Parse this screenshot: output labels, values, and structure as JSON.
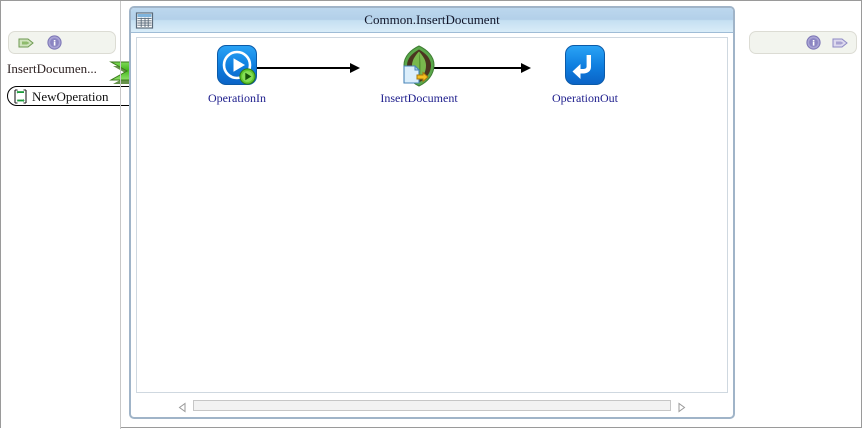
{
  "window": {
    "title": "Common.InsertDocument",
    "tab_icon": "table-grid-icon"
  },
  "sidebar": {
    "toolbar": {
      "tag_icon": "green-tag-icon",
      "info_icon": "info-circle-icon"
    },
    "breadcrumb": {
      "label": "InsertDocumen...",
      "chevron_icon": "green-chevron-icon"
    },
    "collapse_toggle_icon": "triangle-down-icon",
    "operation": {
      "icon": "sync-arrows-icon",
      "label": "NewOperation",
      "run_icon": "green-play-icon"
    }
  },
  "right_toolbar": {
    "info_icon": "info-circle-icon",
    "tag_icon": "purple-tag-icon"
  },
  "canvas": {
    "nodes": [
      {
        "id": "operation-in",
        "label": "OperationIn",
        "icon": "blue-play-circle-icon",
        "badge": "green-play-badge"
      },
      {
        "id": "insert-document",
        "label": "InsertDocument",
        "icon": "mongodb-leaf-document-icon",
        "badge": ""
      },
      {
        "id": "operation-out",
        "label": "OperationOut",
        "icon": "blue-return-arrow-icon",
        "badge": ""
      }
    ],
    "connectors": [
      {
        "from": "operation-in",
        "to": "insert-document"
      },
      {
        "from": "insert-document",
        "to": "operation-out"
      }
    ]
  },
  "scrollbar": {
    "left_arrow_icon": "triangle-left-icon",
    "right_arrow_icon": "triangle-right-icon"
  },
  "colors": {
    "title_bar": "#b8d4ec",
    "node_label": "#1d1d8c",
    "accent_green": "#3faa1e",
    "accent_blue": "#0f7fe0",
    "info_purple": "#8d89c4"
  }
}
